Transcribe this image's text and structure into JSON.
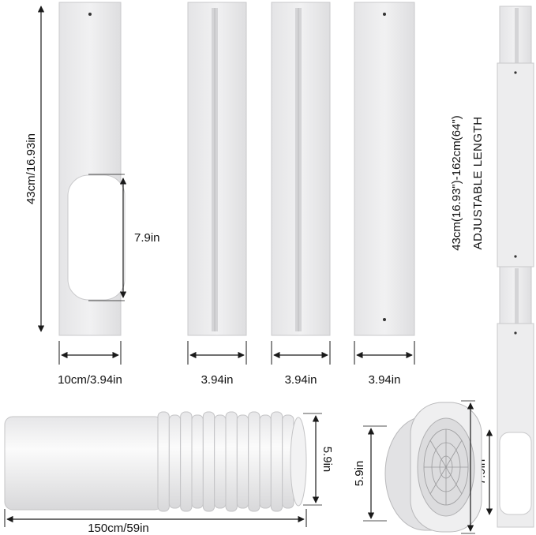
{
  "panels": {
    "hole_panel": {
      "height_label": "43cm/16.93in",
      "width_label": "10cm/3.94in",
      "hole_label": "7.9in"
    },
    "panel_b": {
      "width_label": "3.94in"
    },
    "panel_c": {
      "width_label": "3.94in"
    },
    "panel_d": {
      "width_label": "3.94in"
    },
    "assembled": {
      "length_label": "43cm(16.93\")-162cm(64\")",
      "adjustable_label": "ADJUSTABLE LENGTH",
      "hole_label": "7.9in"
    }
  },
  "hose": {
    "length_label": "150cm/59in",
    "diameter_label": "5.9in"
  },
  "adapter": {
    "diameter_label": "5.9in"
  },
  "colors": {
    "panel": "#e9e9ea",
    "panel_edge": "#c9c9cb",
    "arrow": "#1a1a1a"
  }
}
